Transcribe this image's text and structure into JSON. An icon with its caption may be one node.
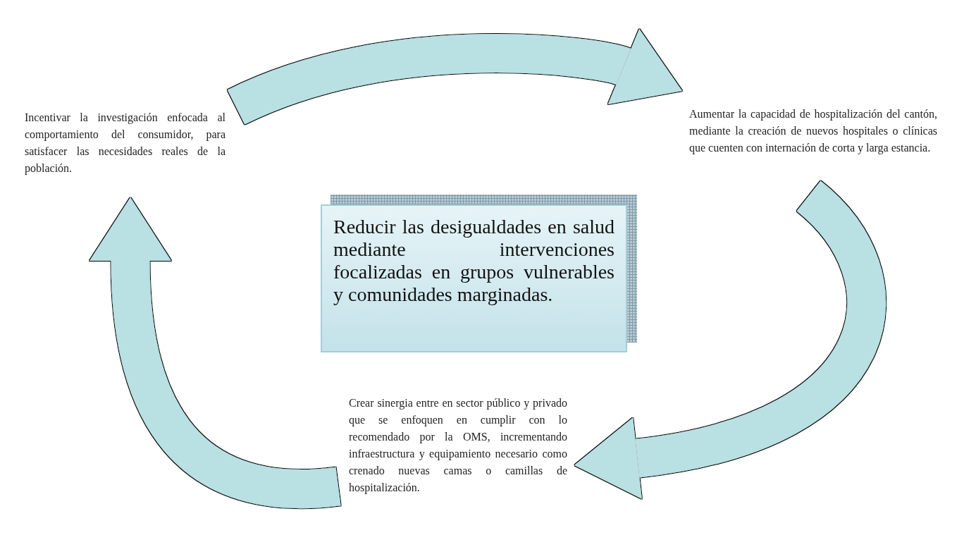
{
  "diagram": {
    "nodes": [
      {
        "text": [
          "Reducir las desigualdades en salud mediante intervenciones focalizadas en grupos vulnerables y comunidades marginadas."
        ]
      },
      {
        "text": [
          "Incentivar la investigación enfocada al comportamiento del consumidor, para satisfacer las necesidades reales de la población."
        ]
      },
      {
        "text": [
          "Aumentar la capacidad de hospitalización del cantón, mediante la creación de nuevos hospitales o clínicas que cuenten con internación de corta y larga estancia."
        ]
      },
      {
        "text": [
          "Crear sinergia entre en sector público y privado que se enfoquen en cumplir con lo recomendado por la OMS, incrementando infraestructura y equipamiento necesario como crenado nuevas camas o camillas de hospitalización."
        ]
      }
    ],
    "edges": [
      {
        "from": 1,
        "to": 2,
        "arrow": "to"
      },
      {
        "from": 2,
        "to": 3,
        "arrow": "to"
      },
      {
        "from": 3,
        "to": 1,
        "arrow": "to"
      }
    ]
  }
}
